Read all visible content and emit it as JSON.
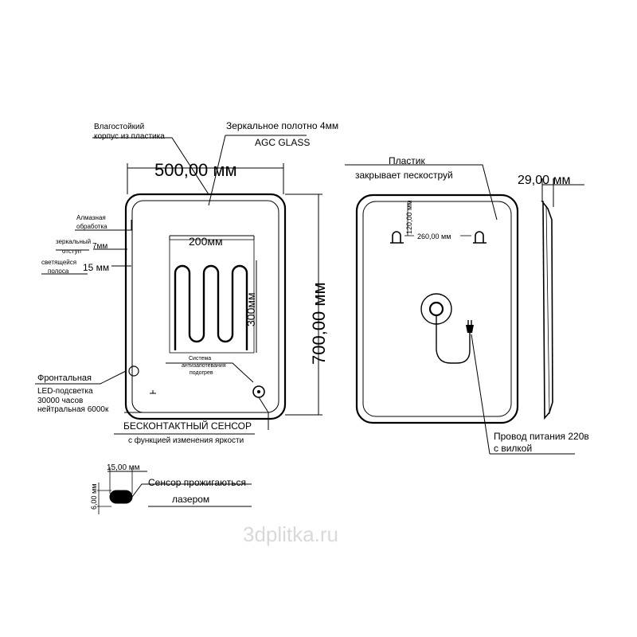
{
  "labels": {
    "waterproof_line1": "Влагостойкий",
    "waterproof_line2": "корпус из пластика",
    "mirror_line1": "Зеркальное  полотно 4мм",
    "mirror_line2": "AGC GLASS",
    "width_dim": "500,00 мм",
    "height_dim": "700,00 мм",
    "diamond_line1": "Алмазная",
    "diamond_line2": "обработка",
    "offset_line1": "зеркальный",
    "offset_line2": "отступ",
    "offset_value": "7мм",
    "strip_line1": "светящейся",
    "strip_line2": "полоса",
    "strip_value": "15 мм",
    "heater_width": "200мм",
    "heater_height": "300мм",
    "heater_line1": "Система",
    "heater_line2": "антизапотевания",
    "heater_line3": "подогрев",
    "front_line1": "Фронтальная",
    "front_line2": "LED-подсветка",
    "front_line3": "30000 часов",
    "front_line4": "нейтральная 6000к",
    "sensor_line1": "БЕСКОНТАКТНЫЙ СЕНСОР",
    "sensor_line2": "с функцией изменения яркости",
    "plastic_line1": "Пластик",
    "plastic_line2": "закрывает пескоструй",
    "depth_dim": "29,00 мм",
    "hook_vertical": "120,00 мм",
    "hook_horizontal": "260,00 мм",
    "power_line1": "Провод питания 220в",
    "power_line2": "с вилкой",
    "btn_width": "15,00 мм",
    "btn_height": "6,00 мм",
    "laser_line1": "Сенсор прожигаються",
    "laser_line2": "лазером",
    "watermark": "3dplitka.ru"
  }
}
